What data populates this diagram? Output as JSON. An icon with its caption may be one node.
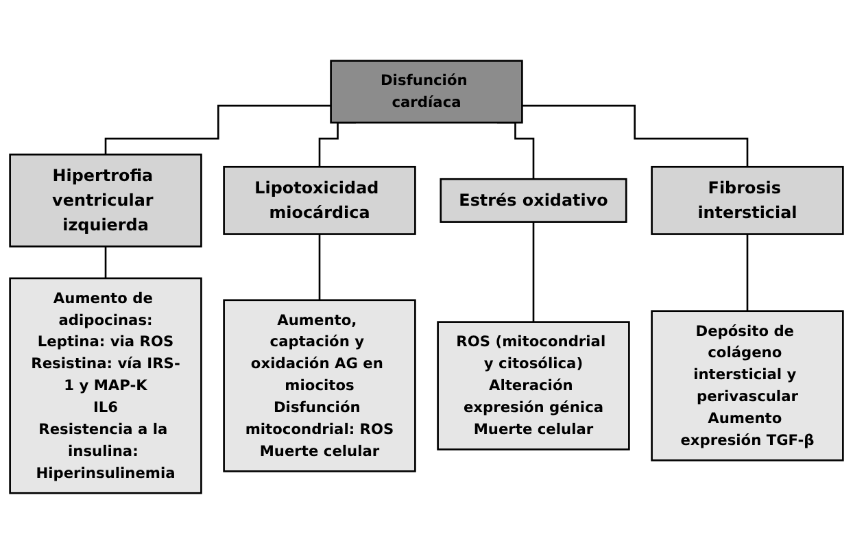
{
  "diagram": {
    "nodes": [
      {
        "text": [
          "Disfunción cardíaca"
        ]
      },
      {
        "text": [
          "Hipertrofia ventricular izquierda"
        ]
      },
      {
        "text": [
          "Lipotoxicidad miocárdica"
        ]
      },
      {
        "text": [
          "Estrés oxidativo"
        ]
      },
      {
        "text": [
          "Fibrosis intersticial"
        ]
      },
      {
        "text": [
          "Aumento de adipocinas:",
          "Leptina: via ROS",
          "Resistina: vía IRS-1 y MAP-K",
          "IL6",
          "Resistencia a la insulina: Hiperinsulinemia"
        ]
      },
      {
        "text": [
          "Aumento, captación y oxidación AG en miocitos",
          "Disfunción mitocondrial: ROS",
          "Muerte celular"
        ]
      },
      {
        "text": [
          "ROS (mitocondrial y citosólica)",
          "Alteración expresión génica",
          "Muerte celular"
        ]
      },
      {
        "text": [
          "Depósito de colágeno intersticial y perivascular",
          "Aumento expresión TGF-β"
        ]
      }
    ],
    "edges": [
      {
        "from": 0,
        "to": 1,
        "arrow": "none"
      },
      {
        "from": 0,
        "to": 2,
        "arrow": "none"
      },
      {
        "from": 0,
        "to": 3,
        "arrow": "none"
      },
      {
        "from": 0,
        "to": 4,
        "arrow": "none"
      },
      {
        "from": 1,
        "to": 5,
        "arrow": "none"
      },
      {
        "from": 2,
        "to": 6,
        "arrow": "none"
      },
      {
        "from": 3,
        "to": 7,
        "arrow": "none"
      },
      {
        "from": 4,
        "to": 8,
        "arrow": "none"
      }
    ]
  }
}
